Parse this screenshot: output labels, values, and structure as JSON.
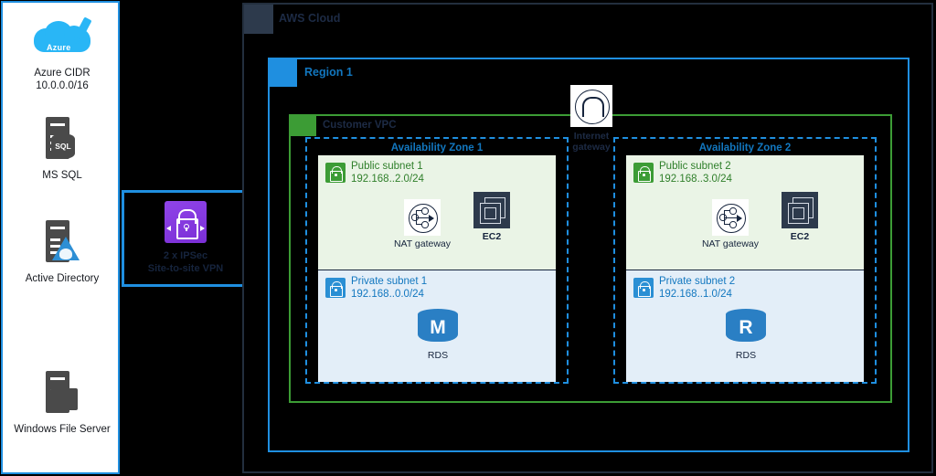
{
  "onprem": {
    "items": [
      {
        "icon": "azure-cloud-icon",
        "label": "Azure CIDR",
        "sublabel": "10.0.0.0/16",
        "brand": "Azure"
      },
      {
        "icon": "ms-sql-server-icon",
        "label": "MS SQL",
        "sublabel": "",
        "badge": "SQL"
      },
      {
        "icon": "active-directory-icon",
        "label": "Active Directory",
        "sublabel": ""
      },
      {
        "icon": "windows-file-server-icon",
        "label": "Windows File Server",
        "sublabel": ""
      }
    ]
  },
  "vpn": {
    "icon": "vpn-lock-icon",
    "line1": "2 x IPSec",
    "line2": "Site-to-site VPN"
  },
  "aws": {
    "cloud_title": "AWS Cloud",
    "region_title": "Region 1",
    "vpc_title": "Customer VPC",
    "internet_gateway": {
      "icon": "internet-gateway-icon",
      "label_line1": "Internet",
      "label_line2": "gateway"
    },
    "zones": [
      {
        "title": "Availability Zone 1",
        "public_subnet": {
          "name": "Public subnet 1",
          "cidr": "192.168..2.0/24",
          "resources": [
            {
              "icon": "nat-gateway-icon",
              "label": "NAT gateway"
            },
            {
              "icon": "ec2-instance-icon",
              "label": "EC2"
            }
          ]
        },
        "private_subnet": {
          "name": "Private subnet 1",
          "cidr": "192.168..0.0/24",
          "resources": [
            {
              "icon": "rds-database-icon",
              "label": "RDS",
              "engine_letter": "M"
            }
          ]
        }
      },
      {
        "title": "Availability Zone 2",
        "public_subnet": {
          "name": "Public subnet 2",
          "cidr": "192.168..3.0/24",
          "resources": [
            {
              "icon": "nat-gateway-icon",
              "label": "NAT gateway"
            },
            {
              "icon": "ec2-instance-icon",
              "label": "EC2"
            }
          ]
        },
        "private_subnet": {
          "name": "Private subnet 2",
          "cidr": "192.168..1.0/24",
          "resources": [
            {
              "icon": "rds-database-icon",
              "label": "RDS",
              "engine_letter": "R"
            }
          ]
        }
      }
    ]
  },
  "colors": {
    "aws_navy": "#232f3e",
    "aws_blue": "#1f8fe0",
    "vpc_green": "#3c9c35",
    "azure_blue": "#29b6f6",
    "vpn_purple": "#7b2fd6",
    "rds_blue": "#2a7fc4"
  }
}
